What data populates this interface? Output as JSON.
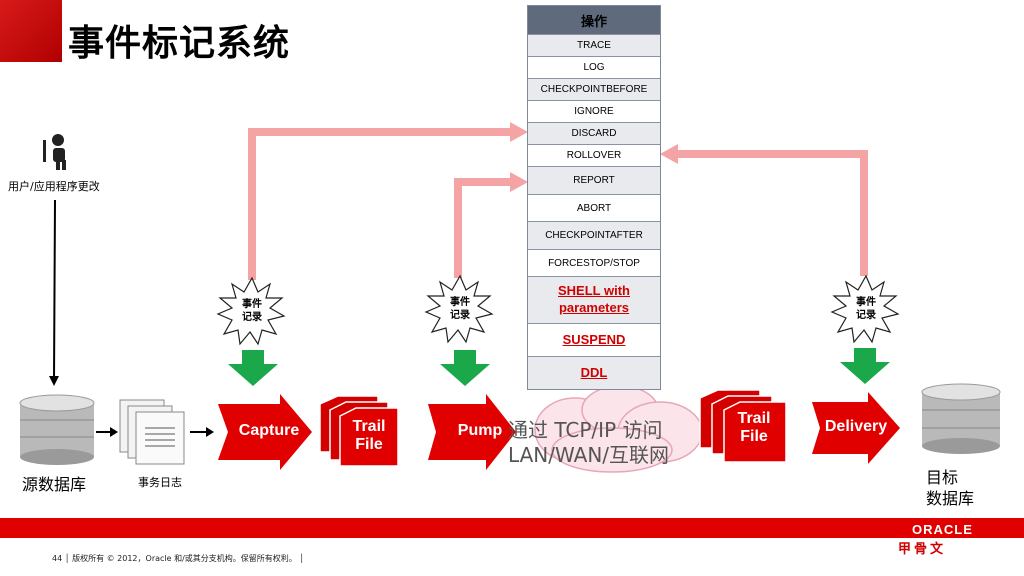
{
  "title": "事件标记系统",
  "user_label": "用户/应用程序更改",
  "source_db_label": "源数据库",
  "txn_log_label": "事务日志",
  "target_db_label_1": "目标",
  "target_db_label_2": "数据库",
  "event_marker_line1": "事件",
  "event_marker_line2": "记录",
  "processes": {
    "capture": "Capture",
    "pump": "Pump",
    "delivery": "Delivery",
    "trail_line1": "Trail",
    "trail_line2": "File"
  },
  "network": {
    "line1": "通过 TCP/IP 访问",
    "line2": "LAN/WAN/互联网"
  },
  "operations": {
    "header": "操作",
    "items": [
      "TRACE",
      "LOG",
      "CHECKPOINTBEFORE",
      "IGNORE",
      "DISCARD",
      "ROLLOVER",
      "REPORT",
      "ABORT",
      "CHECKPOINTAFTER",
      "FORCESTOP/STOP",
      "SHELL with parameters",
      "SUSPEND",
      "DDL"
    ]
  },
  "footer": {
    "text": "44 │ 版权所有 © 2012，Oracle 和/或其分支机构。保留所有权利。   │",
    "logo": "ORACLE",
    "logo_cn": "甲骨文"
  },
  "colors": {
    "accent_red": "#e00000",
    "arrow_pink": "#f4a4a4",
    "marker_green": "#1aa84b"
  }
}
